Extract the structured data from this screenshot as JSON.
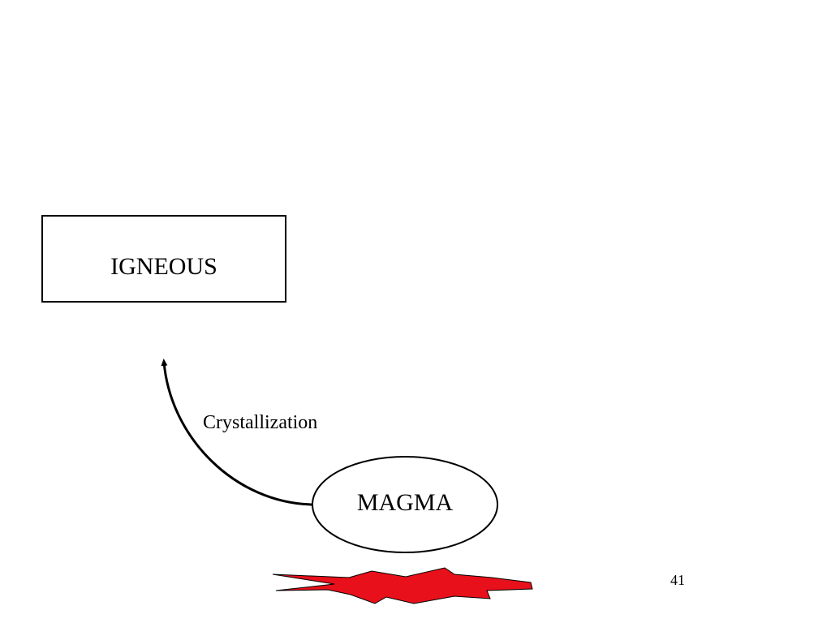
{
  "slide": {
    "page_number": "41"
  },
  "diagram": {
    "nodes": {
      "igneous": {
        "label": "IGNEOUS"
      },
      "magma": {
        "label": "MAGMA"
      }
    },
    "edges": [
      {
        "from": "magma",
        "to": "igneous",
        "label": "Crystallization"
      }
    ],
    "decorations": {
      "heat_burst": {
        "color": "#e8101a",
        "outline": "#000000"
      }
    }
  }
}
